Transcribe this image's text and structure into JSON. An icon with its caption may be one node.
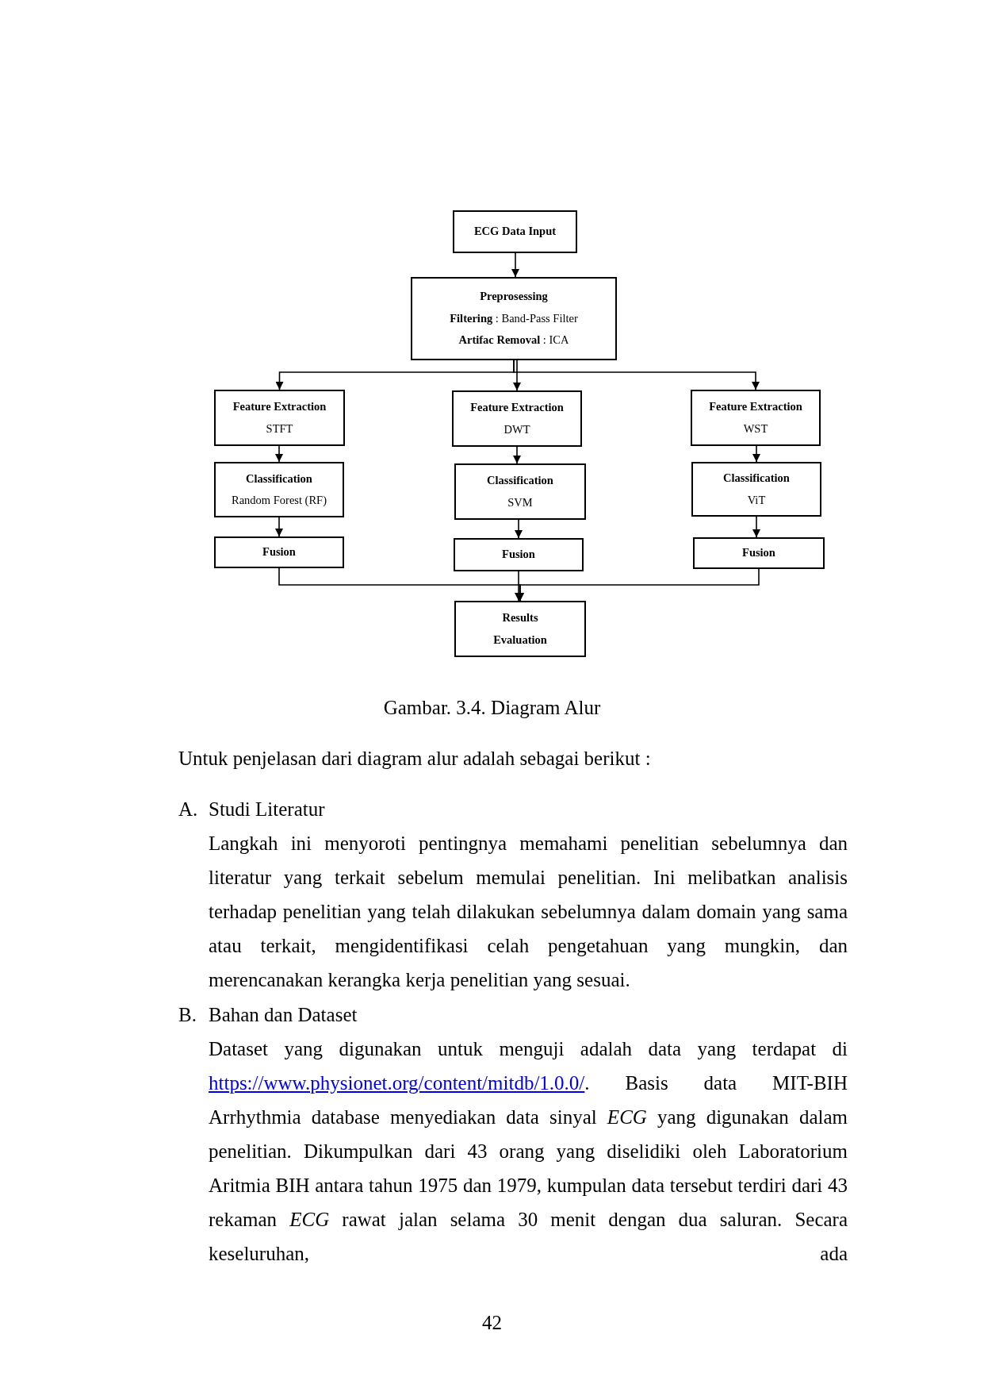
{
  "diagram": {
    "caption": "Gambar. 3.4. Diagram Alur",
    "nodes": [
      {
        "text": [
          "ECG Data Input"
        ]
      },
      {
        "text": [
          "Preprosessing",
          "**Filtering** : Band-Pass Filter",
          "**Artifac Removal** : ICA"
        ]
      },
      {
        "text": [
          "Feature Extraction",
          "STFT"
        ]
      },
      {
        "text": [
          "Classification",
          "Random Forest (RF)"
        ]
      },
      {
        "text": [
          "Fusion"
        ]
      },
      {
        "text": [
          "Feature Extraction",
          "DWT"
        ]
      },
      {
        "text": [
          "Classification",
          "SVM"
        ]
      },
      {
        "text": [
          "Fusion"
        ]
      },
      {
        "text": [
          "Feature Extraction",
          "WST"
        ]
      },
      {
        "text": [
          "Classification",
          "ViT"
        ]
      },
      {
        "text": [
          "Fusion"
        ]
      },
      {
        "text": [
          "Results",
          "Evaluation"
        ]
      }
    ],
    "edges": [
      {
        "from": 0,
        "to": 1,
        "arrow": "to"
      },
      {
        "from": 1,
        "to": 2,
        "arrow": "to"
      },
      {
        "from": 1,
        "to": 5,
        "arrow": "to"
      },
      {
        "from": 1,
        "to": 8,
        "arrow": "to"
      },
      {
        "from": 2,
        "to": 3,
        "arrow": "to"
      },
      {
        "from": 3,
        "to": 4,
        "arrow": "to"
      },
      {
        "from": 5,
        "to": 6,
        "arrow": "to"
      },
      {
        "from": 6,
        "to": 7,
        "arrow": "to"
      },
      {
        "from": 8,
        "to": 9,
        "arrow": "to"
      },
      {
        "from": 9,
        "to": 10,
        "arrow": "to"
      },
      {
        "from": 4,
        "to": 11,
        "arrow": "to"
      },
      {
        "from": 7,
        "to": 11,
        "arrow": "to"
      },
      {
        "from": 10,
        "to": 11,
        "arrow": "to"
      }
    ],
    "labels": [
      "Untuk penjelasan dari diagram alur adalah sebagai berikut :",
      "A.",
      "Studi Literatur",
      "Langkah ini menyoroti pentingnya memahami penelitian sebelumnya dan literatur yang terkait sebelum memulai penelitian. Ini melibatkan analisis terhadap penelitian yang telah dilakukan sebelumnya dalam domain yang sama atau terkait, mengidentifikasi celah pengetahuan yang mungkin, dan merencanakan kerangka kerja penelitian yang sesuai.",
      "B.",
      "Bahan dan Dataset",
      "Dataset yang digunakan untuk menguji adalah data yang terdapat di",
      "https://www.physionet.org/content/mitdb/1.0.0/",
      ". Basis data MIT-BIH Arrhythmia database menyediakan data sinyal *ECG* yang digunakan dalam penelitian. Dikumpulkan dari 43 orang yang diselidiki oleh Laboratorium Aritmia BIH antara tahun 1975 dan 1979, kumpulan data tersebut terdiri dari 43 rekaman *ECG* rawat jalan selama 30 menit dengan dua saluran. Secara keseluruhan, ada",
      "42"
    ]
  }
}
